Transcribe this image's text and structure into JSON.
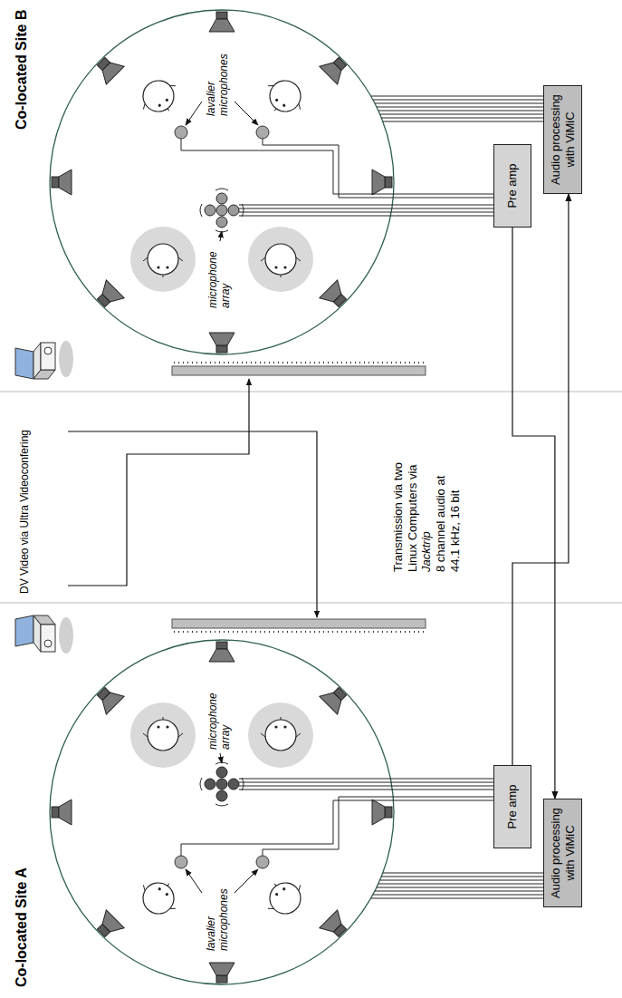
{
  "diagram": {
    "nodes": [
      {
        "text": [
          "Pre amp"
        ]
      },
      {
        "text": [
          "Audio processing with ViMiC"
        ]
      },
      {
        "text": [
          "Pre amp"
        ]
      },
      {
        "text": [
          "Audio processing with ViMiC"
        ]
      }
    ],
    "edges": [
      {
        "from": 0,
        "to": 3,
        "arrow": "to"
      },
      {
        "from": 2,
        "to": 1,
        "arrow": "to"
      }
    ],
    "labels": [
      "Co-located Site A",
      "microphone array",
      "lavalier microphones",
      "DV Video via Ultra Videoconfering",
      "Transmission via two Linux Computers via",
      "Jacktrip",
      "8 channel audio at 44.1 kHz, 16 bit",
      "Co-located Site B",
      "microphone array",
      "lavalier microphones"
    ]
  }
}
